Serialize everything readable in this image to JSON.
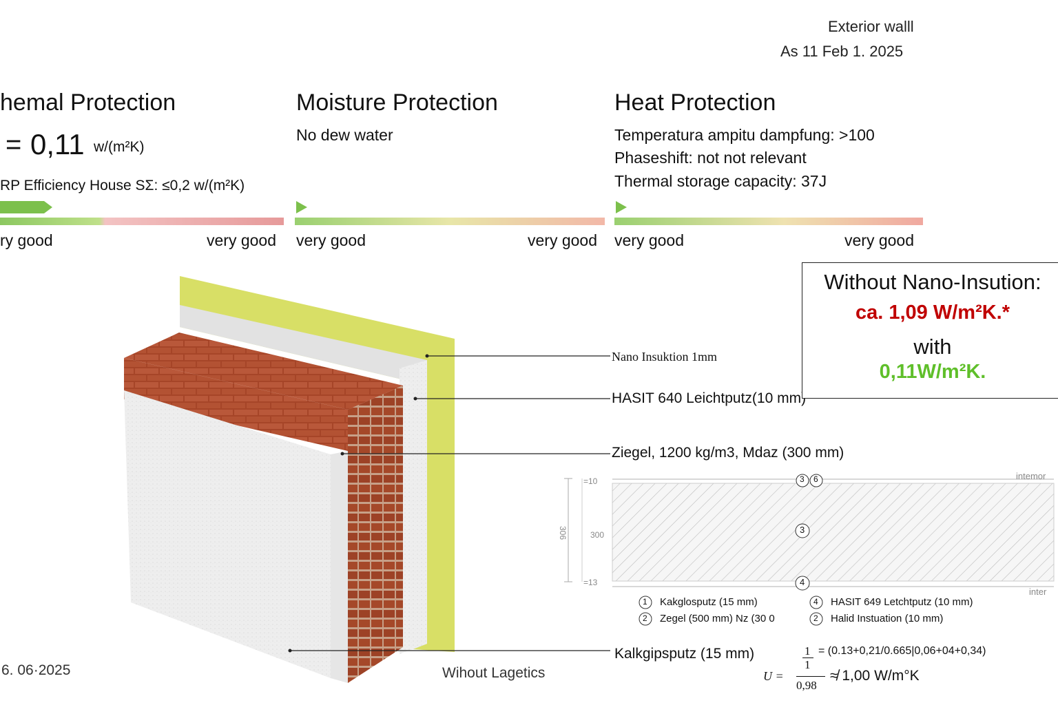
{
  "header": {
    "component": "Exterior walll",
    "date": "As  ​11 Feb 1. 2025"
  },
  "thermal": {
    "title": "hemal Protection",
    "value_prefix": "=",
    "value": "0,11",
    "unit": "w/(m²K)",
    "requirement": "RP  Efficiency House SΣ:  ≤0,2 w/(m²K)",
    "scale_left": "ry good",
    "scale_right": "very good",
    "level": 0.18
  },
  "moisture": {
    "title": "Moisture Protection",
    "line1": "No dew water",
    "scale_left": "very good",
    "scale_right": "very good",
    "level": 0.0
  },
  "heat": {
    "title": "Heat Protection",
    "line1": "Temperatura ampitu dampfung: >100",
    "line2": "Phaseshift: not not relevant",
    "line3": "Thermal storage capacity: 37J",
    "scale_left": "very good",
    "scale_right": "very good",
    "level": 0.0
  },
  "callout": {
    "line1": "Without Nano-Insution:",
    "line2": "ca. 1,09 W/m²K.*",
    "line3": "with",
    "line4": "0,11W/m²K."
  },
  "layers": {
    "nano": "Nano Insuktion 1mm",
    "hasit": "HASIT 640 Leichtputz(10 mm)",
    "ziegel": "Ziegel, 1200 kg/m3, Mdaz (300 mm)",
    "kalk": "Kalkgipsputz (15 mm)"
  },
  "section": {
    "top_label": "intemor",
    "bottom_label": "inter",
    "dim_top": "=10",
    "dim_mid": "300",
    "dim_bottom": "=13",
    "dim_total": "306",
    "marker_top_a": "3",
    "marker_top_b": "6",
    "marker_mid": "3",
    "marker_bottom": "4"
  },
  "legend": {
    "l1_num": "1",
    "l1": "Kakglosputz (15 mm)",
    "l2_num": "2",
    "l2": "Zegel (500 mm) Nz (30 0",
    "r1_num": "4",
    "r1": "HASIT 649 Letchtputz (10 mm)",
    "r2_num": "2",
    "r2": "Halid Instuation (10 mm)"
  },
  "formula": {
    "frac_num": "1",
    "frac_den": "1",
    "eq_rhs": "= (0.13+0,21/0.665|0,06+04+0,34)",
    "u_label": "U =",
    "den_value": "0,98",
    "result": "≉ 1,00 W/m°K"
  },
  "footer": {
    "date": "6. 06·2025",
    "note": "Wihout Lagetics"
  },
  "colors": {
    "brick": "#b5502c",
    "insulation": "#d9e06a",
    "plaster": "#ececec",
    "good": "#8cc860",
    "bad": "#e08080",
    "red_text": "#c00000",
    "green_text": "#5fbf2a"
  }
}
